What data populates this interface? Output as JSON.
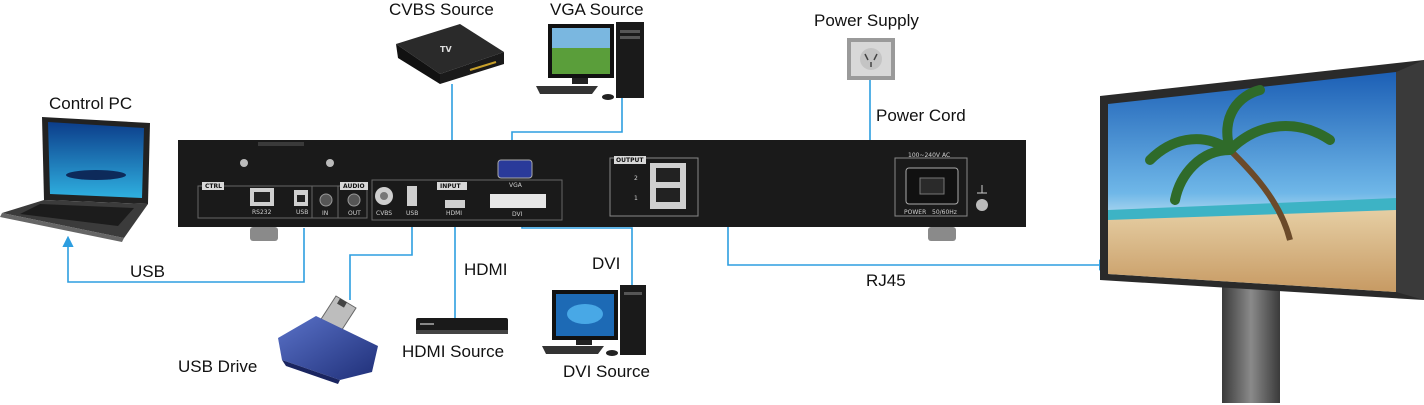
{
  "labels": {
    "cvbs_source": "CVBS Source",
    "vga_source": "VGA Source",
    "power_supply": "Power Supply",
    "control_pc": "Control PC",
    "power_cord": "Power Cord",
    "usb": "USB",
    "hdmi": "HDMI",
    "dvi": "DVI",
    "rj45": "RJ45",
    "usb_drive": "USB Drive",
    "hdmi_source": "HDMI Source",
    "dvi_source": "DVI Source"
  },
  "panel": {
    "ctrl": "CTRL",
    "rs232": "RS232",
    "usb_port": "USB",
    "audio": "AUDIO",
    "audio_in": "IN",
    "audio_out": "OUT",
    "cvbs": "CVBS",
    "usb_input": "USB",
    "input": "INPUT",
    "hdmi_port": "HDMI",
    "vga": "VGA",
    "dvi_port": "DVI",
    "output": "OUTPUT",
    "out_2": "2",
    "out_1": "1",
    "voltage": "100~240V AC",
    "power": "POWER",
    "freq": "50/60Hz"
  },
  "tv_box_label": "TV",
  "colors": {
    "cable": "#2d9ee0",
    "panel": "#1a1a1a",
    "text": "#111111"
  }
}
